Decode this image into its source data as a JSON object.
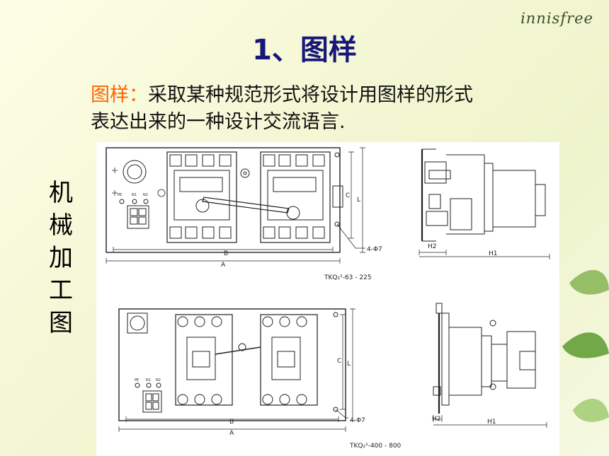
{
  "slide": {
    "brand": "innisfree",
    "title": "1、图样",
    "desc_term": "图样",
    "desc_colon": "：",
    "desc_line1_rest": "采取某种规范形式将设计用图样的形式",
    "desc_line2": "表达出来的一种设计交流语言.",
    "vertical_label": [
      "机",
      "械",
      "加",
      "工",
      "图"
    ]
  },
  "drawing": {
    "top": {
      "model": "TKQ₂¹-63 - 225",
      "dim_a": "A",
      "dim_b": "B",
      "dim_c": "C",
      "dim_l": "L",
      "holes": "4-Φ7",
      "h1": "H1",
      "h2": "H2",
      "terminals": [
        "PE",
        "N1",
        "N2"
      ]
    },
    "bottom": {
      "model": "TKQ₂¹-400 - 800",
      "dim_a": "A",
      "dim_b": "B",
      "dim_c": "C",
      "dim_l": "L",
      "holes": "4-Φ7",
      "h1": "H1",
      "h2": "H2",
      "terminals": [
        "PE",
        "N1",
        "N2"
      ]
    }
  },
  "colors": {
    "title": "#17177a",
    "term": "#ff6600",
    "text": "#111111",
    "brand": "#3b4a2a"
  }
}
